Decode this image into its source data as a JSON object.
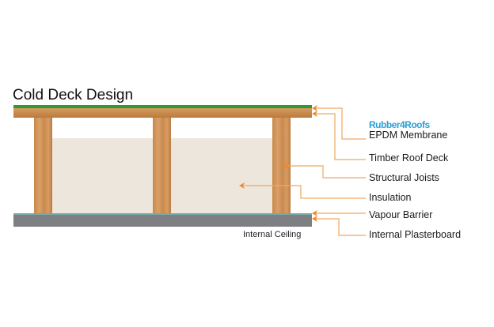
{
  "diagram": {
    "title": "Cold Deck Design",
    "brand": "Rubber4Roofs",
    "ceiling_label": "Internal Ceiling",
    "labels": [
      {
        "id": "epdm",
        "text": "EPDM Membrane"
      },
      {
        "id": "timber",
        "text": "Timber Roof Deck"
      },
      {
        "id": "joists",
        "text": "Structural Joists"
      },
      {
        "id": "insulation",
        "text": "Insulation"
      },
      {
        "id": "vapour",
        "text": "Vapour Barrier"
      },
      {
        "id": "plasterboard",
        "text": "Internal Plasterboard"
      }
    ],
    "colors": {
      "membrane": "#2e9a3a",
      "timber": "#c98a4c",
      "insulation": "#ece6dc",
      "ceiling": "#7d7f82",
      "leader": "#f08a30",
      "brand": "#2a9fd6"
    }
  }
}
